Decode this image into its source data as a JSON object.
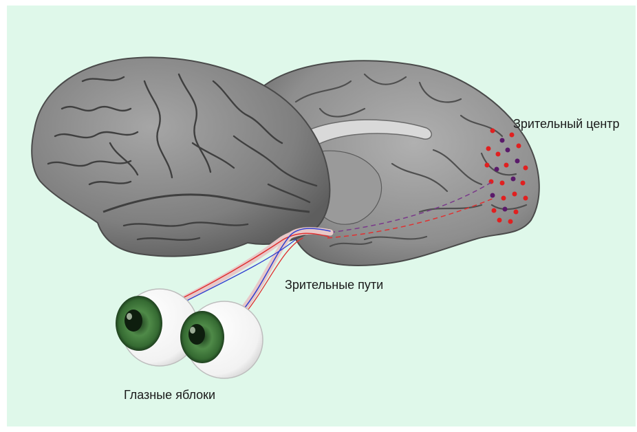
{
  "labels": {
    "visual_center": "Зрительный центр",
    "visual_pathways": "Зрительные пути",
    "eyeballs": "Глазные яблоки"
  },
  "colors": {
    "background": "#dff8ea",
    "brain_fill": "#8c8c8c",
    "brain_stroke": "#4a4a4a",
    "nerve_red": "#e03030",
    "nerve_blue": "#3040d0",
    "dot_red": "#e02020",
    "dot_purple": "#5a1a6a",
    "iris": "#3e7a3a"
  },
  "icons": [
    "brain-lateral-view",
    "brain-medial-view",
    "eyeball-left",
    "eyeball-right"
  ]
}
